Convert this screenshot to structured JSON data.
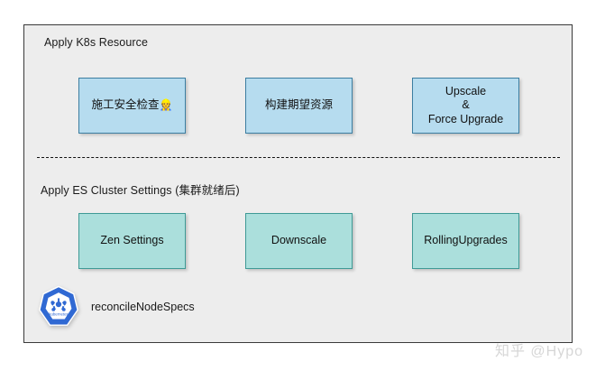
{
  "diagram": {
    "sections": [
      {
        "id": "apply-k8s-resource",
        "title": "Apply K8s Resource",
        "nodes": [
          {
            "id": "safety-check",
            "label": "施工安全检查",
            "emoji": "👷",
            "color": "#b6dcef"
          },
          {
            "id": "build-expected-resource",
            "label": "构建期望资源",
            "color": "#b6dcef"
          },
          {
            "id": "upscale-force-upgrade",
            "line1": "Upscale",
            "line2": "&",
            "line3": "Force Upgrade",
            "color": "#b6dcef"
          }
        ]
      },
      {
        "id": "apply-es-cluster-settings",
        "title": "Apply ES Cluster Settings (集群就绪后)",
        "nodes": [
          {
            "id": "zen-settings",
            "label": "Zen Settings",
            "color": "#abdfdc"
          },
          {
            "id": "downscale",
            "label": "Downscale",
            "color": "#abdfdc"
          },
          {
            "id": "rolling-upgrades",
            "label": "RollingUpgrades",
            "color": "#abdfdc"
          }
        ]
      }
    ],
    "footer": {
      "logo_name": "kubernetes-logo",
      "logo_color": "#3069d3",
      "caption": "reconcileNodeSpecs"
    },
    "watermark": "知乎 @Hypo",
    "colors": {
      "canvas": "#ffffff",
      "container_fill": "#ededed",
      "container_border": "#3a3a3a",
      "row1_fill": "#b6dcef",
      "row1_border": "#3c7ea1",
      "row2_fill": "#abdfdc",
      "row2_border": "#3f9a96",
      "divider": "#111111"
    }
  }
}
